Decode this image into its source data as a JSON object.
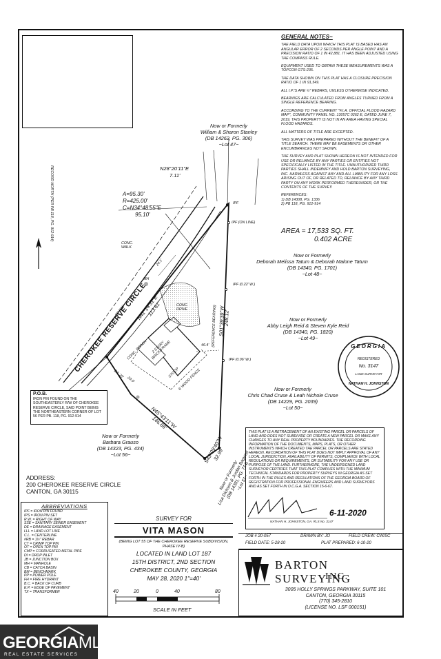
{
  "notes": {
    "title": "GENERAL NOTES~",
    "items": [
      "THE FIELD DATA UPON WHICH THIS PLAT IS BASED HAS AN ANGULAR ERROR OF 2 SECONDS PER ANGLE POINT AND A PRECISION RATIO OF 1 IN 42,881. IT HAS BEEN ADJUSTED USING THE COMPASS RULE.",
      "EQUIPMENT USED TO OBTAIN THESE MEASUREMENTS WAS A TOPCON GTS-235.",
      "THE DATA SHOWN ON THIS PLAT HAS A CLOSURE PRECISION RATIO OF 1 IN 91,549.",
      "ALL I.P.'s ARE ½\" REBARS, UNLESS OTHERWISE INDICATED.",
      "BEARINGS ARE CALCULATED FROM ANGLES TURNED FROM A SINGLE REFERENCE BEARING.",
      "ACCORDING TO THE CURRENT \"F.I.A. OFFICIAL FLOOD HAZARD MAP\", COMMUNITY PANEL NO. 13057C 0262 E, DATED JUNE 7, 2019, THIS PROPERTY IS NOT IN AN AREA HAVING SPECIAL FLOOD HAZARDS.",
      "ALL MATTERS OF TITLE ARE EXCEPTED.",
      "THIS SURVEY WAS PREPARED WITHOUT THE BENEFIT OF A TITLE SEARCH. THERE MAY BE EASEMENTS OR OTHER ENCUMBRANCES NOT SHOWN.",
      "THE SURVEY AND PLAT SHOWN HEREON IS NOT INTENDED FOR USE OR RELIANCE BY ANY PARTIES OR ENTITIES NOT SPECIFICALLY LISTED IN THE TITLE. UNAUTHORIZED THIRD PARTIES SHALL INDEMNIFY AND HOLD BARTON SURVEYING, INC. HARMLESS AGAINST ANY AND ALL LIABILITY FOR ANY LOSS ARISING OUT OF, OR RELATED TO, RELIANCE BY ANY THIRD PARTY ON ANY WORK PERFORMED THEREUNDER, OR THE CONTENTS OF THE SURVEY."
    ],
    "ref_title": "REFERENCES:",
    "refs": [
      "1) DB 14308, PG. 1336",
      "2) PB 118, PG. 912-914"
    ]
  },
  "area": {
    "sqft": "AREA = 17,533 SQ. FT.",
    "acre": "0.402 ACRE"
  },
  "owners": {
    "lot47": [
      "Now or Formerly",
      "William & Sharon Stanley",
      "(DB 14262, PG. 306)",
      "~Lot 47~"
    ],
    "lot48": [
      "Now or Formerly",
      "Deborah Melissa Tatum & Deborah Malone Tatum",
      "(DB 14340, PG. 1701)",
      "~Lot 48~"
    ],
    "lot49": [
      "Now or Formerly",
      "Abby Leigh Reid & Steven Kyle Reid",
      "(DB 14340, PG. 1820)",
      "~Lot 49~"
    ],
    "lot50": [
      "Now or Formerly",
      "Chris Chad Cruse & Leah Nichole Cruse",
      "(DB 14229, PG. 2039)",
      "~Lot 50~"
    ],
    "lot56": [
      "Now or Formerly",
      "Barbara Grauso",
      "(DB 14323, PG. 434)",
      "~Lot 56~"
    ],
    "lot51": [
      "Now or Formerly",
      "Lisa Dickson & Jordan Bagwell",
      "(DB 14381, PG. 714)",
      "~Lot 51~"
    ]
  },
  "curve": {
    "a": "A=95.30'",
    "r": "R=425.00'",
    "c": "C=N34°48'55\"E",
    "len": "95.10'"
  },
  "bearings": {
    "n28": "N28°20'11\"E",
    "n28_len": "7.11'",
    "s01": "S01°39'39\"W",
    "s01_len": "248.12'",
    "n45": "N45°43'11\"W",
    "n45_len": "146.66'",
    "s43": "S43°09'40\"W",
    "s43_len": "32.99'",
    "n41": "N41°14'31\"E",
    "n41_len": "113.61'",
    "ref": "(REFERENCE BEARING)",
    "north": "RECORD NORTH (PER PB 118, PG. 912-914)"
  },
  "map_labels": {
    "road": "CHEROKEE RESERVE CIRCLE",
    "rw": "50' R/W",
    "ipf": "IPF",
    "ipf_online": "IPF (ON LINE)",
    "ipf_022": "IPF (0.22' W.)",
    "ipf_006": "IPF (0.06' W.)",
    "conc_walk": "CONC. WALK",
    "conc_drive": "CONC. DRIVE",
    "house": "2 STORY BRICK/FRAME",
    "porch": "CONC. PORCH",
    "stoop": "STOOP",
    "fence": "6' WOOD FENCE",
    "mh": "MH",
    "d241": "24.1'",
    "d464": "46.4'",
    "d200": "20.0'",
    "tfs": "B/L 20'"
  },
  "pob": {
    "title": "P.O.B.",
    "text": "IRON PIN FOUND ON THE SOUTHEASTERLY R/W OF CHEROKEE RESERVE CIRCLE, SAID POINT BEING THE NORTHEASTERN CORNER OF LOT 56 PER PB. 118, PG. 912-914"
  },
  "address": {
    "label": "ADDRESS:",
    "line1": "200 CHEROKEE RESERVE CIRCLE",
    "line2": "CANTON, GA 30115"
  },
  "abbreviations": {
    "title": "ABBREVIATIONS",
    "items": [
      "IPF = IRON PIN FOUND",
      "IPS = IRON PIN SET",
      "R.W. = RIGHT OF WAY",
      "SSE = SANITARY SEWER EASEMENT",
      "DE = DRAINAGE EASEMENT",
      "LLL = LAND LOT LINE",
      "C.L. = CENTERLINE",
      "#RB = 1½\" REBAR",
      "CT = CRIMP TOP PIN",
      "OT = OPEN TOP PIN",
      "CMP = CORRUGATED METAL PIPE",
      "DI = DROP INLET",
      "JB = JUNCTION BOX",
      "MH = MANHOLE",
      "CB = CATCH BASIN",
      "BM = BENCHMARK",
      "PP = POWER POLE",
      "FH = FIRE HYDRANT",
      "B.C. = BACK OF CURB",
      "E.P. = EDGE OF PAVEMENT",
      "TX = TRANSFORMER"
    ]
  },
  "survey": {
    "for": "SURVEY FOR",
    "name": "VITA MASON",
    "sub": "(BEING LOT 55 OF THE CHEROKEE RESERVE SUBDIVISION, PHASE IV-B)",
    "loc1": "LOCATED IN LAND LOT 187",
    "loc2": "15th DISTRICT, 2nd SECTION",
    "loc3": "CHEROKEE COUNTY, GEORGIA",
    "loc4": "MAY 28, 2020     1\"=40'"
  },
  "scale": {
    "t0": "40",
    "t1": "20",
    "t2": "0",
    "t3": "40",
    "t4": "80",
    "label": "SCALE IN FEET"
  },
  "certification": "THIS PLAT IS A RETRACEMENT OF AN EXISTING PARCEL OR PARCELS OF LAND AND DOES NOT SUBDIVIDE OR CREATE A NEW PARCEL OR MAKE ANY CHANGES TO ANY REAL PROPERTY BOUNDARIES. THE RECORDING INFORMATION OF THE DOCUMENTS, MAPS, PLATS, OR OTHER INSTRUMENTS WHICH CREATED THE PARCEL OR PARCELS ARE STATED HEREON. RECORDATION OF THIS PLAT DOES NOT IMPLY APPROVAL OF ANY LOCAL JURISDICTION, AVAILABILITY OF PERMITS, COMPLIANCE WITH LOCAL REGULATIONS OR REQUIREMENTS, OR SUITABILITY FOR ANY USE OR PURPOSE OF THE LAND. FURTHERMORE, THE UNDERSIGNED LAND SURVEYOR CERTIFIES THAT THIS PLAT COMPLIES WITH THE MINIMUM TECHNICAL STANDARDS FOR PROPERTY SURVEYS IN GEORGIA AS SET FORTH IN THE RULES AND REGULATIONS OF THE GEORGIA BOARD OF REGISTRATION FOR PROFESSIONAL ENGINEERS AND LAND SURVEYORS AND AS SET FORTH IN O.C.G.A. SECTION 15-6-67.",
  "signature": {
    "date": "6-11-2020",
    "name": "NATHAN H. JOHNSTON, GA. RLS No. 3147"
  },
  "seal": {
    "top": "GEORGIA",
    "registered": "REGISTERED",
    "no": "No. 3147",
    "bottom": "NATHAN H. JOHNSTON",
    "ls": "LAND SURVEYOR"
  },
  "job": {
    "job": "JOB # 20-057",
    "drawn": "DRAWN BY: JO",
    "crew": "FIELD CREW: CW/SC",
    "field_date": "FIELD DATE: 5-28-20",
    "prepared": "PLAT PREPARED: 6-10-20"
  },
  "company": {
    "name": "BARTON SURVEYING",
    "inc": "INC.",
    "addr1": "3005 HOLLY SPRINGS PARKWAY, SUITE 101",
    "addr2": "CANTON, GEORGIA 30115",
    "phone": "(770) 345-2810",
    "license": "(LICENSE No. LSF 000151)"
  },
  "mls": {
    "brand_bold": "GEORGIA",
    "brand_light": "MLS",
    "tag": "REAL ESTATE SERVICES"
  }
}
